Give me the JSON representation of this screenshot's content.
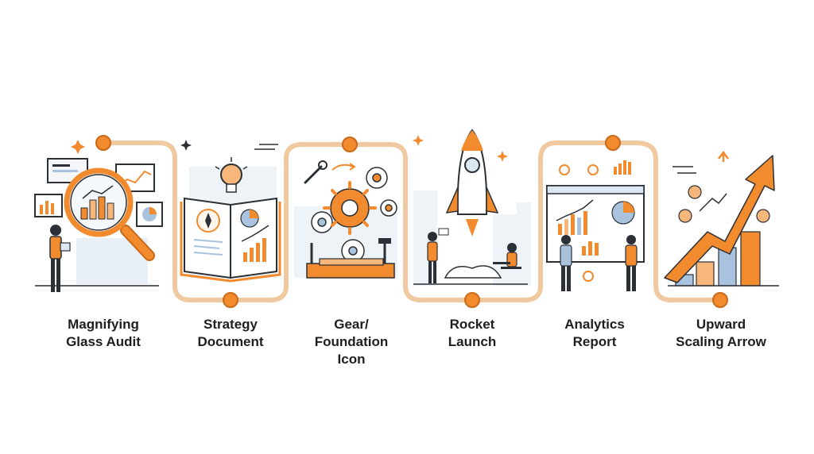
{
  "colors": {
    "accent": "#f28a2e",
    "accent_light": "#f7b77a",
    "track": "#f1c9a0",
    "ink": "#2b2f36",
    "blue_light": "#dbe7f3",
    "blue": "#a9c3df"
  },
  "steps": [
    {
      "lines": [
        "Magnifying",
        "Glass Audit"
      ],
      "icon": "magnifying-glass-icon"
    },
    {
      "lines": [
        "Strategy",
        "Document"
      ],
      "icon": "open-book-icon"
    },
    {
      "lines": [
        "Gear/",
        "Foundation",
        "Icon"
      ],
      "icon": "gears-icon"
    },
    {
      "lines": [
        "Rocket",
        "Launch"
      ],
      "icon": "rocket-icon"
    },
    {
      "lines": [
        "Analytics",
        "Report"
      ],
      "icon": "analytics-board-icon"
    },
    {
      "lines": [
        "Upward",
        "Scaling Arrow"
      ],
      "icon": "upward-arrow-icon"
    }
  ]
}
